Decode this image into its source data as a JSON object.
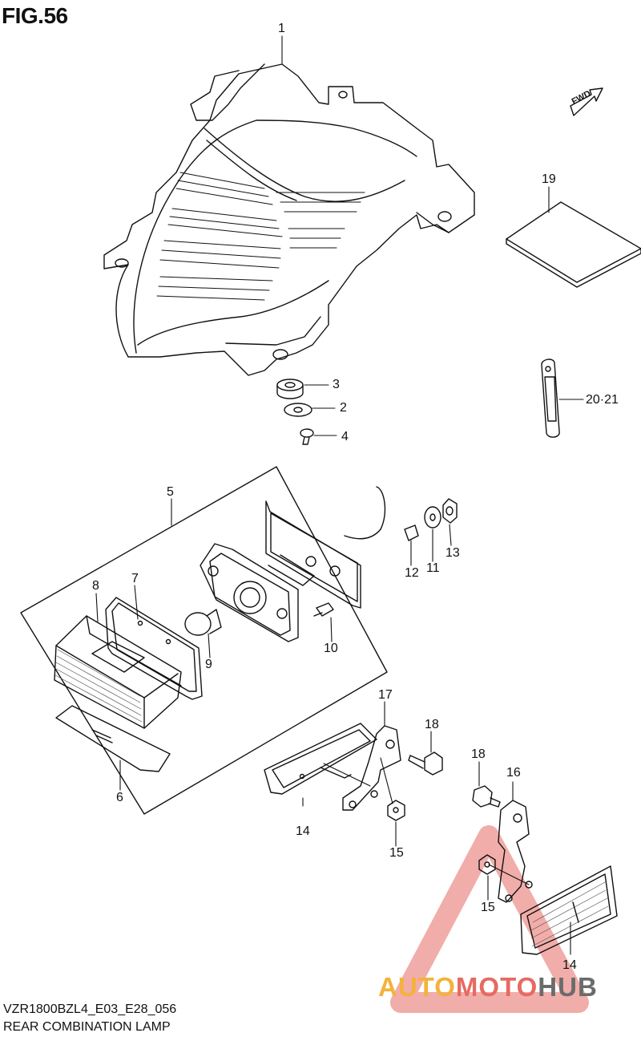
{
  "figure": {
    "number": "FIG.56"
  },
  "footer": {
    "model_code": "VZR1800BZL4_E03_E28_056",
    "title": "REAR COMBINATION LAMP"
  },
  "fwd_label": "FWD",
  "callouts": [
    {
      "id": "1",
      "text": "1"
    },
    {
      "id": "2",
      "text": "2"
    },
    {
      "id": "3",
      "text": "3"
    },
    {
      "id": "4",
      "text": "4"
    },
    {
      "id": "5",
      "text": "5"
    },
    {
      "id": "6",
      "text": "6"
    },
    {
      "id": "7",
      "text": "7"
    },
    {
      "id": "8",
      "text": "8"
    },
    {
      "id": "9",
      "text": "9"
    },
    {
      "id": "10",
      "text": "10"
    },
    {
      "id": "11",
      "text": "11"
    },
    {
      "id": "12",
      "text": "12"
    },
    {
      "id": "13",
      "text": "13"
    },
    {
      "id": "14a",
      "text": "14"
    },
    {
      "id": "14b",
      "text": "14"
    },
    {
      "id": "15a",
      "text": "15"
    },
    {
      "id": "15b",
      "text": "15"
    },
    {
      "id": "16",
      "text": "16"
    },
    {
      "id": "17",
      "text": "17"
    },
    {
      "id": "18a",
      "text": "18"
    },
    {
      "id": "18b",
      "text": "18"
    },
    {
      "id": "19",
      "text": "19"
    },
    {
      "id": "20-21",
      "text": "20·21"
    }
  ],
  "watermark": {
    "part1": "AUTO",
    "part2": "MOTO",
    "part3": "HUB"
  }
}
